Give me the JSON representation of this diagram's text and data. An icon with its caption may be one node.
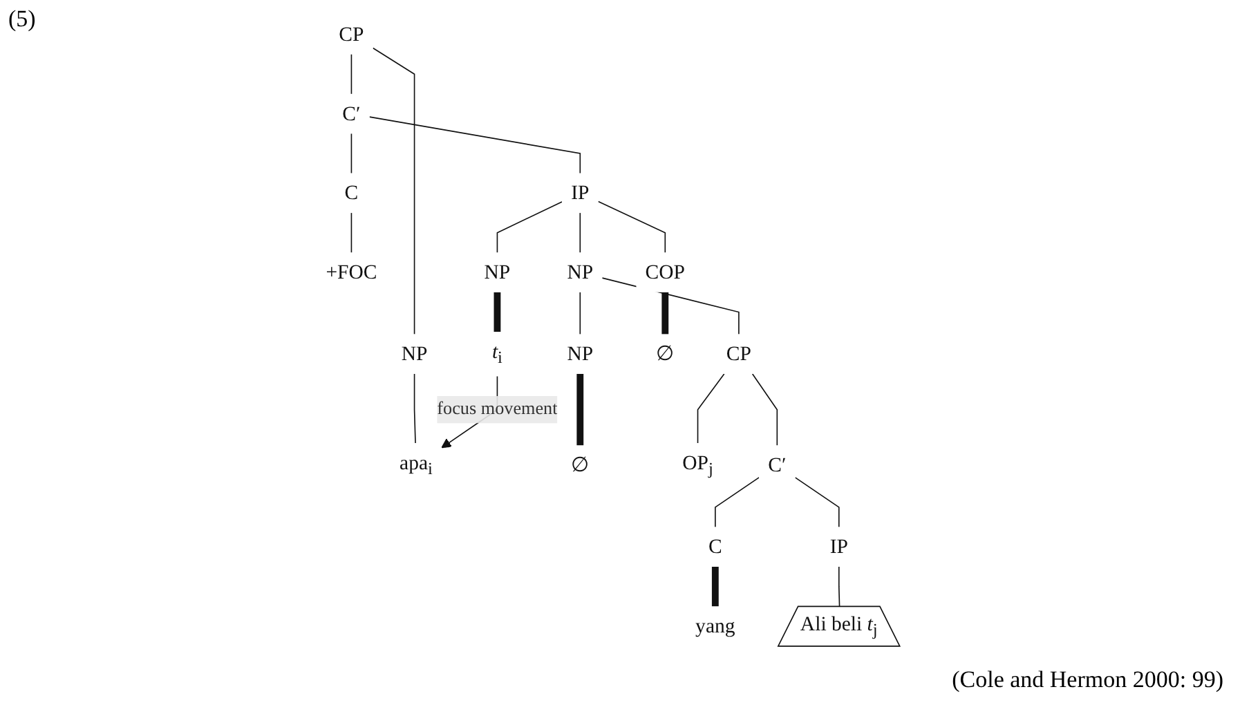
{
  "diagram": {
    "caption": "(Cole and Hermon 2000: 99)",
    "nodes": [
      {
        "text": [
          "CP"
        ]
      },
      {
        "text": [
          "NP"
        ]
      },
      {
        "text": [
          "C′"
        ]
      },
      {
        "text": [
          "apa$_{i}$"
        ]
      },
      {
        "text": [
          "C"
        ]
      },
      {
        "text": [
          "IP"
        ]
      },
      {
        "text": [
          "+FOC"
        ]
      },
      {
        "text": [
          "NP"
        ]
      },
      {
        "text": [
          "COP"
        ]
      },
      {
        "text": [
          "NP"
        ]
      },
      {
        "text": [
          "NP"
        ]
      },
      {
        "text": [
          "CP"
        ]
      },
      {
        "text": [
          "∅"
        ]
      },
      {
        "text": [
          "*t*$_{i}$"
        ]
      },
      {
        "text": [
          "∅"
        ]
      },
      {
        "text": [
          "OP$_{j}$"
        ]
      },
      {
        "text": [
          "C′"
        ]
      },
      {
        "text": [
          "C"
        ]
      },
      {
        "text": [
          "IP"
        ]
      },
      {
        "text": [
          "yang"
        ]
      },
      {
        "text": [
          "Ali beli *t*$_{j}$"
        ]
      }
    ],
    "edges": [
      {
        "from": 0,
        "to": 1,
        "arrow": "none"
      },
      {
        "from": 0,
        "to": 2,
        "arrow": "none"
      },
      {
        "from": 1,
        "to": 3,
        "arrow": "none"
      },
      {
        "from": 2,
        "to": 4,
        "arrow": "none"
      },
      {
        "from": 2,
        "to": 5,
        "arrow": "none"
      },
      {
        "from": 4,
        "to": 6,
        "arrow": "none"
      },
      {
        "from": 5,
        "to": 7,
        "arrow": "none"
      },
      {
        "from": 5,
        "to": 8,
        "arrow": "none"
      },
      {
        "from": 5,
        "to": 9,
        "arrow": "none"
      },
      {
        "from": 7,
        "to": 10,
        "arrow": "none"
      },
      {
        "from": 7,
        "to": 11,
        "arrow": "none"
      },
      {
        "from": 8,
        "to": 12,
        "arrow": "none",
        "style": "thick"
      },
      {
        "from": 9,
        "to": 13,
        "arrow": "none",
        "style": "thick"
      },
      {
        "from": 10,
        "to": 14,
        "arrow": "none",
        "style": "thick"
      },
      {
        "from": 11,
        "to": 15,
        "arrow": "none"
      },
      {
        "from": 11,
        "to": 16,
        "arrow": "none"
      },
      {
        "from": 16,
        "to": 17,
        "arrow": "none"
      },
      {
        "from": 16,
        "to": 18,
        "arrow": "none"
      },
      {
        "from": 17,
        "to": 19,
        "arrow": "none",
        "style": "thick"
      },
      {
        "from": 18,
        "to": 20,
        "arrow": "none"
      },
      {
        "from": 13,
        "to": 3,
        "arrow": "to",
        "label": "focus movement"
      }
    ],
    "labels": [
      "(5)"
    ]
  }
}
